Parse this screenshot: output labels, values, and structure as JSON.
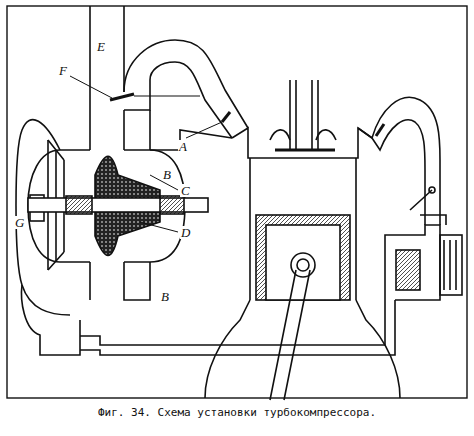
{
  "diagram": {
    "caption": "Фиг. 34. Схема установки турбокомпрессора.",
    "labels": [
      "E",
      "F",
      "A",
      "B",
      "C",
      "G",
      "D",
      "B"
    ]
  }
}
